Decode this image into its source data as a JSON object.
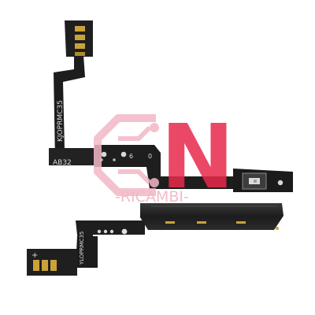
{
  "photo": {
    "upper_cable": {
      "silkscreen_code": "KJOPRMC35",
      "board_label": "AB32",
      "marking_6": "6",
      "marking_0": "0"
    },
    "lower_cable": {
      "silkscreen_code": "YLOPRMC35",
      "marking_plus": "+"
    }
  },
  "watermark": {
    "letter": "N",
    "tagline": "-RICAMBI-",
    "colors": {
      "pink": "#f2b8c6",
      "red": "#e8294b"
    }
  }
}
